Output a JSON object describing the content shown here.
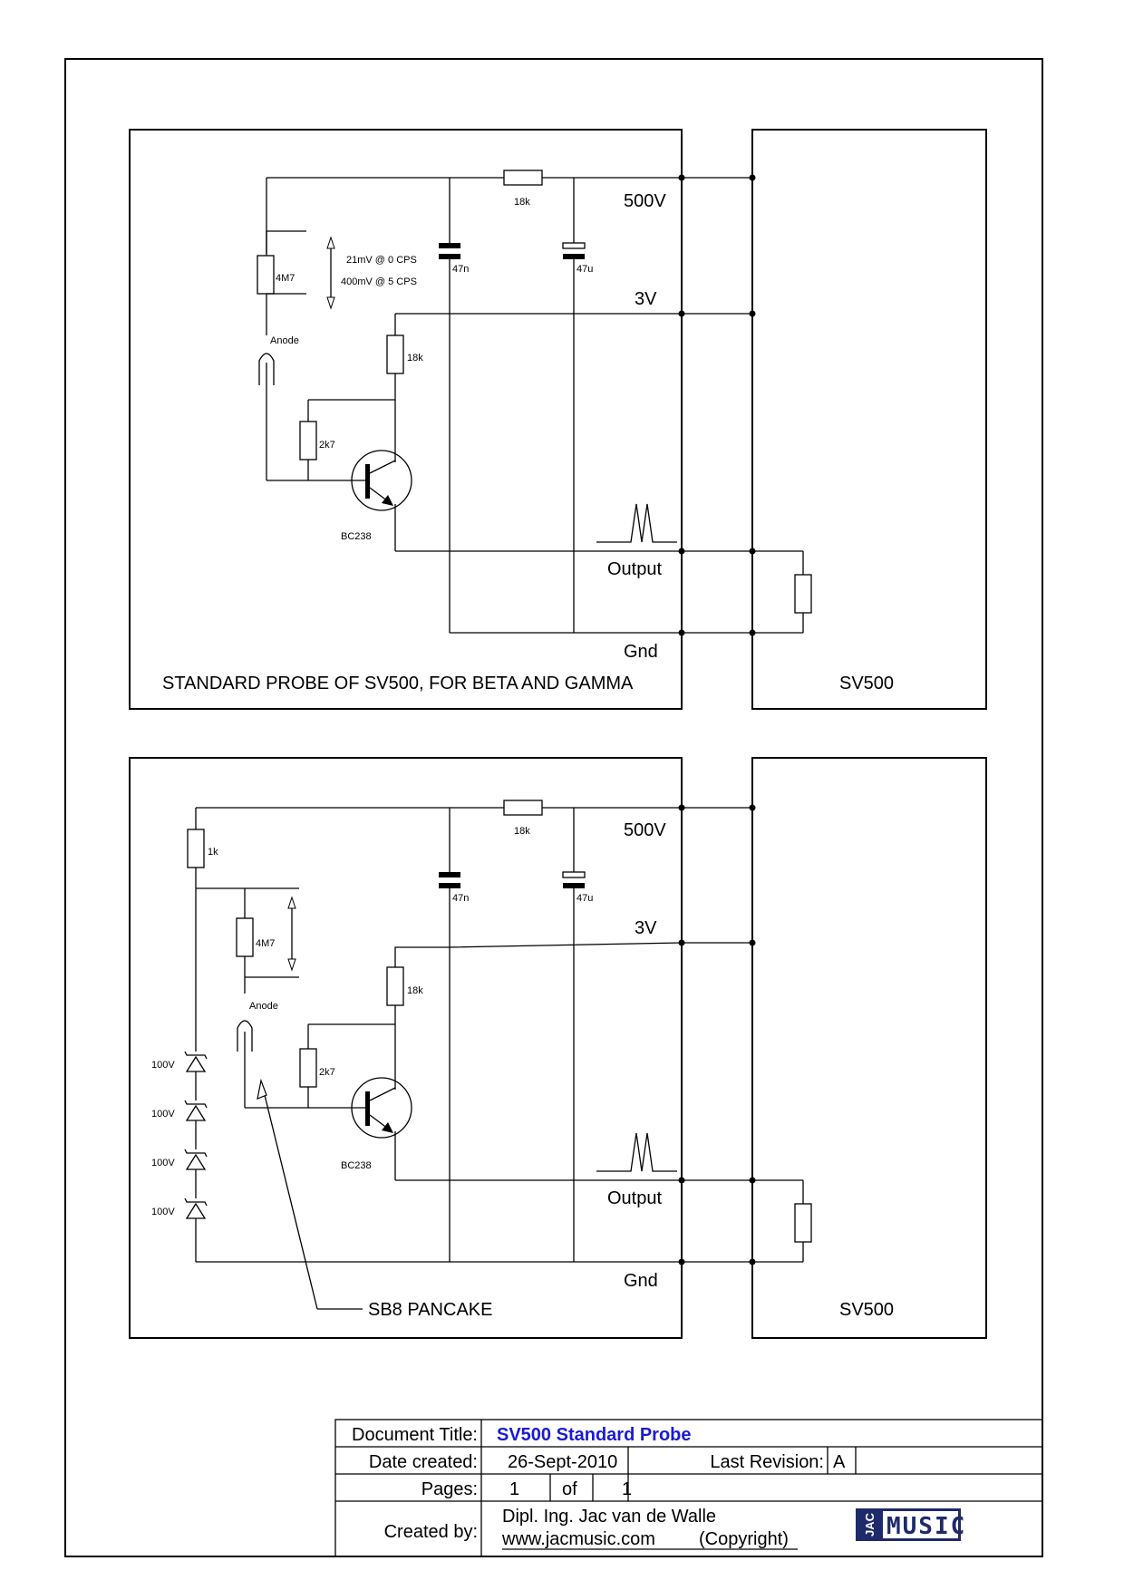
{
  "schematic_top": {
    "rail_high": "500V",
    "rail_low": "3V",
    "output_label": "Output",
    "ground_label": "Gnd",
    "resistor_series": "18k",
    "cap_1": "47n",
    "cap_2": "47u",
    "anode_resistor": "4M7",
    "signal_low": "21mV @ 0 CPS",
    "signal_high": "400mV @ 5 CPS",
    "anode_label": "Anode",
    "collector_resistor": "18k",
    "base_resistor": "2k7",
    "transistor": "BC238",
    "caption": "STANDARD PROBE OF SV500, FOR BETA AND GAMMA",
    "meter_label": "SV500"
  },
  "schematic_bottom": {
    "rail_high": "500V",
    "rail_low": "3V",
    "output_label": "Output",
    "ground_label": "Gnd",
    "resistor_series": "18k",
    "cap_1": "47n",
    "cap_2": "47u",
    "input_resistor": "1k",
    "anode_resistor": "4M7",
    "anode_label": "Anode",
    "collector_resistor": "18k",
    "base_resistor": "2k7",
    "transistor": "BC238",
    "zener_labels": [
      "100V",
      "100V",
      "100V",
      "100V"
    ],
    "tube_label": "SB8 PANCAKE",
    "meter_label": "SV500"
  },
  "title_block": {
    "doc_title_label": "Document Title:",
    "doc_title": "SV500 Standard Probe",
    "date_label": "Date created:",
    "date": "26-Sept-2010",
    "revision_label": "Last Revision:",
    "revision": "A",
    "pages_label": "Pages:",
    "page_num": "1",
    "of_label": "of",
    "page_total": "1",
    "created_by_label": "Created by:",
    "author": "Dipl. Ing. Jac van de Walle",
    "website": "www.jacmusic.com",
    "copyright": "(Copyright)",
    "logo_left": "JAC",
    "logo_right": "MUSIC"
  },
  "colors": {
    "title_accent": "#1a1ad6",
    "logo_bg": "#1f2a6b"
  }
}
